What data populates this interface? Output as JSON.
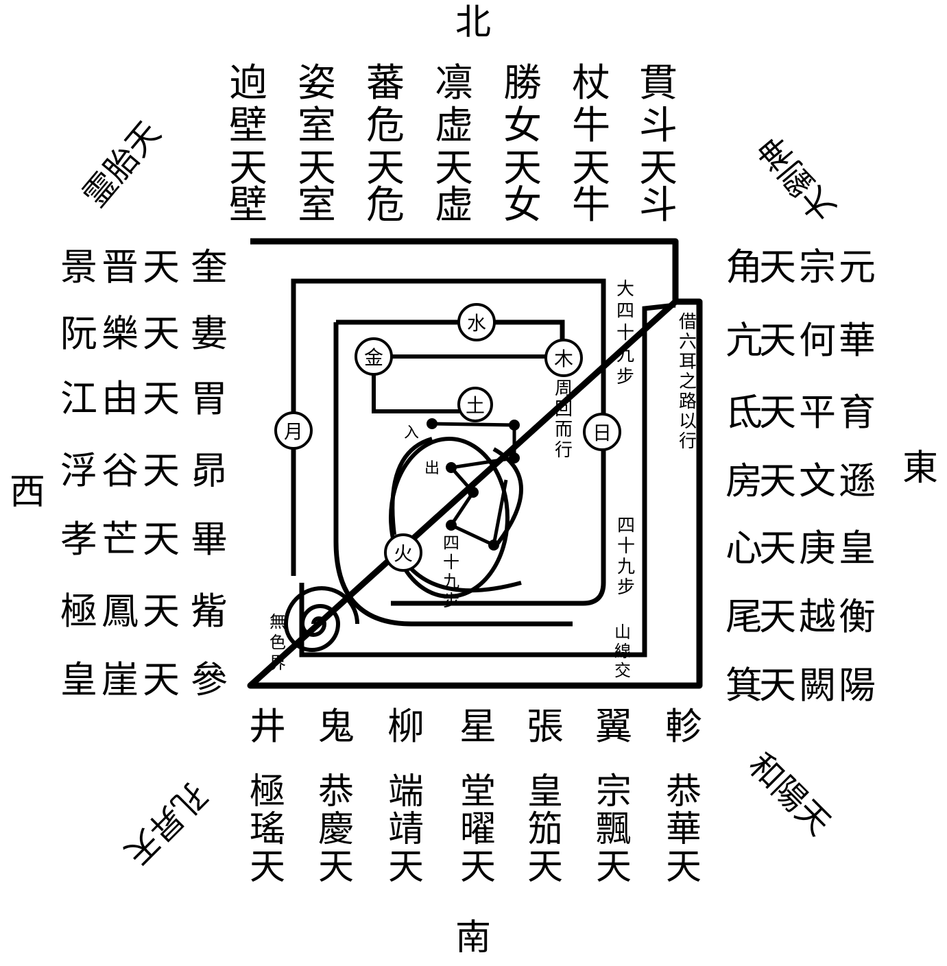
{
  "directions": {
    "north": "北",
    "south": "南",
    "east": "東",
    "west": "西"
  },
  "corners": {
    "nw": "霊胎天",
    "ne": "大劉神",
    "se": "和陽天",
    "sw": "孔昇天"
  },
  "north": {
    "heavens": [
      "貫斗天",
      "杖牛天",
      "勝女天",
      "凛虚天",
      "蕃危天",
      "姿室天",
      "逈壁天"
    ],
    "mansions": [
      "斗",
      "牛",
      "女",
      "虚",
      "危",
      "室",
      "壁"
    ]
  },
  "east": {
    "heavens": [
      "元宗天",
      "華何天",
      "育平天",
      "遜文天",
      "皇庚天",
      "衡越天",
      "陽闕天"
    ],
    "mansions": [
      "角",
      "亢",
      "氐",
      "房",
      "心",
      "尾",
      "箕"
    ]
  },
  "south": {
    "mansions": [
      "井",
      "鬼",
      "柳",
      "星",
      "張",
      "翼",
      "軫"
    ],
    "heavens": [
      "極瑤天",
      "恭慶天",
      "端靖天",
      "堂曜天",
      "皇笳天",
      "宗飄天",
      "恭華天"
    ]
  },
  "west": {
    "heavens": [
      "景晋天",
      "阮樂天",
      "江由天",
      "浮谷天",
      "孝芒天",
      "極鳳天",
      "皇崖天"
    ],
    "mansions": [
      "奎",
      "婁",
      "胃",
      "昴",
      "畢",
      "觜",
      "參"
    ]
  },
  "planets": {
    "water": "水",
    "metal": "金",
    "wood": "木",
    "earth": "土",
    "moon": "月",
    "sun": "日",
    "fire": "火"
  },
  "labels": {
    "borrow_path": "借六耳之路以行",
    "great_49": "大四十九步",
    "circulate": "周回而行",
    "enter": "入",
    "exit": "出",
    "steps_49_a": "四十九步",
    "steps_49_b": "四十九步",
    "mountain_line": "山線交",
    "formless_realm": "無色界"
  }
}
